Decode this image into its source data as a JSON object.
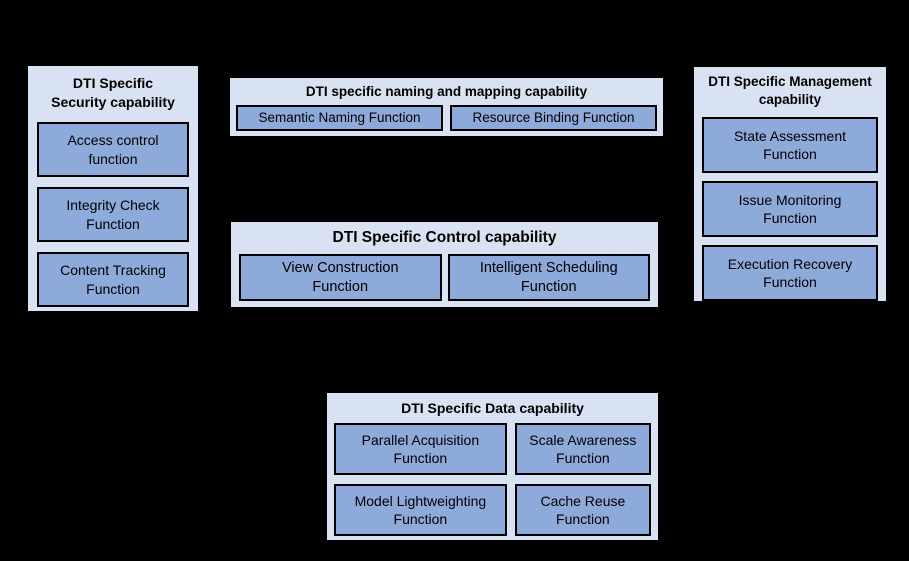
{
  "colors": {
    "background": "#000000",
    "group_fill": "#D9E2F3",
    "function_fill": "#8EAADB",
    "border": "#000000",
    "text": "#000000"
  },
  "groups": [
    {
      "id": "security",
      "title": "DTI Specific\nSecurity capability",
      "functions": [
        "Access control\nfunction",
        "Integrity Check\nFunction",
        "Content Tracking\nFunction"
      ]
    },
    {
      "id": "naming",
      "title": "DTI specific naming and mapping capability",
      "functions": [
        "Semantic Naming Function",
        "Resource Binding Function"
      ]
    },
    {
      "id": "control",
      "title": "DTI Specific Control capability",
      "functions": [
        "View Construction\nFunction",
        "Intelligent Scheduling\nFunction"
      ]
    },
    {
      "id": "management",
      "title": "DTI Specific Management\ncapability",
      "functions": [
        "State Assessment\nFunction",
        "Issue Monitoring\nFunction",
        "Execution Recovery\nFunction"
      ]
    },
    {
      "id": "data",
      "title": "DTI Specific Data capability",
      "functions": [
        "Parallel Acquisition\nFunction",
        "Scale Awareness\nFunction",
        "Model Lightweighting\nFunction",
        "Cache Reuse\nFunction"
      ]
    }
  ]
}
